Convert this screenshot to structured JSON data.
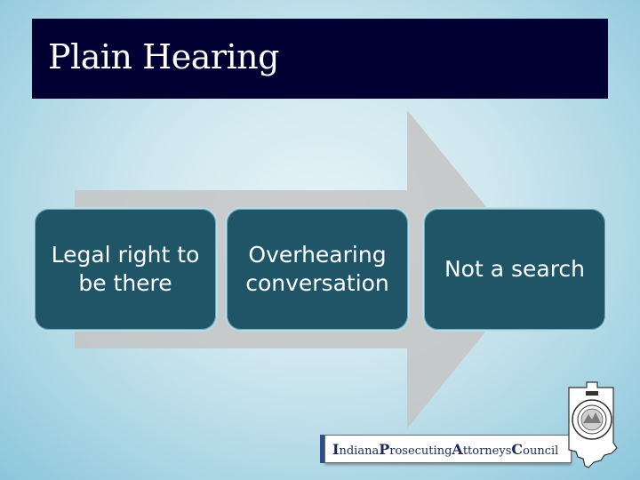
{
  "slide": {
    "title": "Plain Hearing",
    "steps": [
      {
        "label_line1": "Legal right to",
        "label_line2": "be there"
      },
      {
        "label_line1": "Overhearing",
        "label_line2": "conversation"
      },
      {
        "label_line1": "Not a search",
        "label_line2": ""
      }
    ]
  },
  "logo": {
    "banner": [
      {
        "cap": "I",
        "rest": "ndiana "
      },
      {
        "cap": "P",
        "rest": "rosecuting "
      },
      {
        "cap": "A",
        "rest": "ttorneys "
      },
      {
        "cap": "C",
        "rest": "ouncil"
      }
    ],
    "seal_icon": "indiana-state-seal-icon"
  },
  "colors": {
    "title_bar": "#000033",
    "step_box": "#1f5567",
    "arrow": "#c4c4c4"
  }
}
